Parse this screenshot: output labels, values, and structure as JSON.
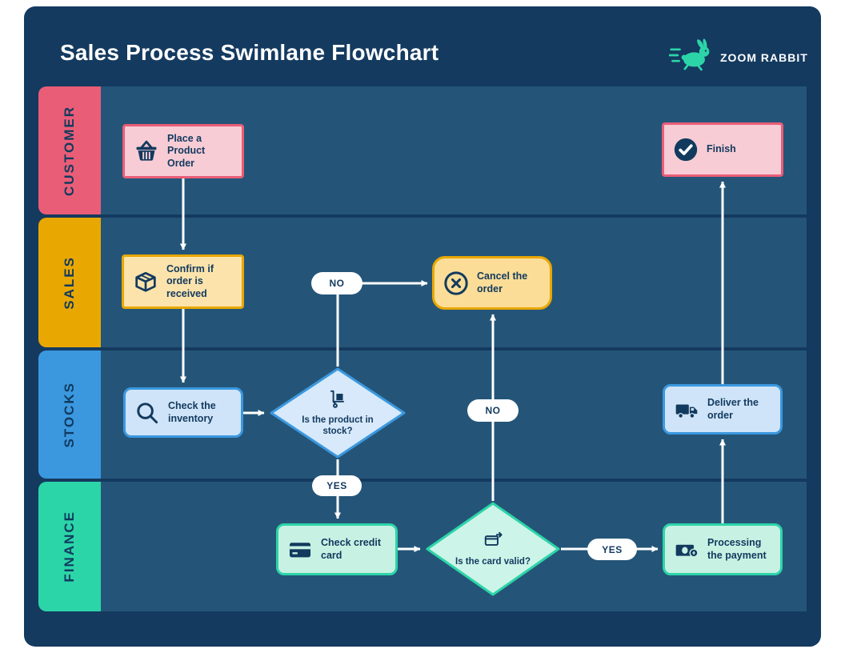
{
  "title": "Sales Process Swimlane Flowchart",
  "logo": {
    "text": "ZOOM RABBIT"
  },
  "colors": {
    "panel_bg": "#143a5f",
    "lane_bg": "#245578",
    "lane_customer": "#ea5d77",
    "lane_sales": "#e9a702",
    "lane_stocks": "#3b98df",
    "lane_finance": "#2cd5a8",
    "node_text": "#12395e",
    "arrow": "#ffffff",
    "logo_accent": "#2cd5a8"
  },
  "lanes": [
    {
      "id": "customer",
      "label": "CUSTOMER"
    },
    {
      "id": "sales",
      "label": "SALES"
    },
    {
      "id": "stocks",
      "label": "STOCKS"
    },
    {
      "id": "finance",
      "label": "FINANCE"
    }
  ],
  "nodes": {
    "place_order": {
      "label": "Place a Product Order",
      "icon": "basket-icon"
    },
    "finish": {
      "label": "Finish",
      "icon": "check-circle-icon"
    },
    "confirm_order": {
      "label": "Confirm if order is received",
      "icon": "package-icon"
    },
    "cancel_order": {
      "label": "Cancel the order",
      "icon": "cancel-circle-icon"
    },
    "check_inventory": {
      "label": "Check the inventory",
      "icon": "magnifier-icon"
    },
    "product_in_stock": {
      "label": "Is the product in stock?",
      "icon": "dolly-icon"
    },
    "deliver_order": {
      "label": "Deliver the order",
      "icon": "truck-icon"
    },
    "check_credit_card": {
      "label": "Check credit card",
      "icon": "credit-card-icon"
    },
    "card_valid": {
      "label": "Is the card valid?",
      "icon": "card-swipe-icon"
    },
    "processing_payment": {
      "label": "Processing the payment",
      "icon": "money-icon"
    }
  },
  "edge_labels": {
    "no_stock": "NO",
    "yes_stock": "YES",
    "no_card": "NO",
    "yes_card": "YES"
  }
}
